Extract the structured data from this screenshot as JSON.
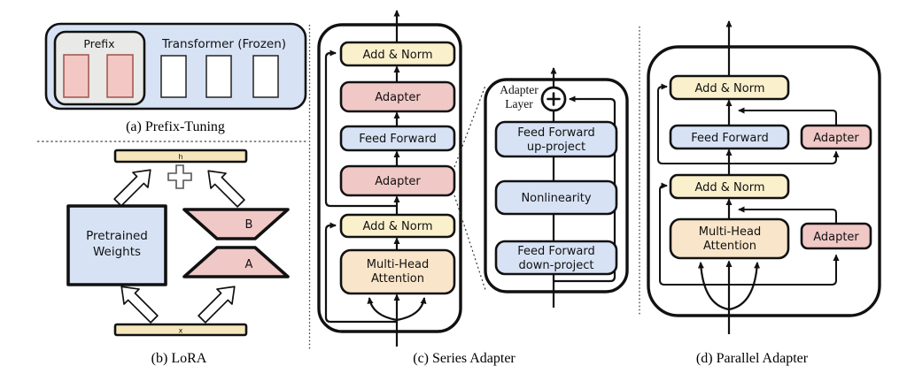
{
  "colors": {
    "panel_blue": "#d7e3f5",
    "yellow": "#faf0cc",
    "bar_yellow": "#f5e6bc",
    "pink": "#f0c8c6",
    "pink_light": "#f3d3d0",
    "tan": "#f9e5c9",
    "gray": "#e9e9e7",
    "pink_cell": "#f3c7c3",
    "pink_cell_border": "#9e524b",
    "white": "#ffffff"
  },
  "panel_a": {
    "caption": "(a) Prefix-Tuning",
    "prefix": "Prefix",
    "transformer": "Transformer (Frozen)"
  },
  "panel_b": {
    "caption": "(b) LoRA",
    "h": "h",
    "x": "x",
    "pretrained1": "Pretrained",
    "pretrained2": "Weights",
    "b": "B",
    "a": "A"
  },
  "panel_c": {
    "caption": "(c) Series Adapter",
    "add_norm": "Add & Norm",
    "adapter": "Adapter",
    "feed_forward": "Feed Forward",
    "mha1": "Multi-Head",
    "mha2": "Attention"
  },
  "adapter_layer": {
    "label1": "Adapter",
    "label2": "Layer",
    "up1": "Feed Forward",
    "up2": "up-project",
    "nonlinearity": "Nonlinearity",
    "down1": "Feed Forward",
    "down2": "down-project"
  },
  "panel_d": {
    "caption": "(d) Parallel Adapter",
    "add_norm": "Add & Norm",
    "feed_forward": "Feed Forward",
    "adapter": "Adapter",
    "mha1": "Multi-Head",
    "mha2": "Attention"
  }
}
